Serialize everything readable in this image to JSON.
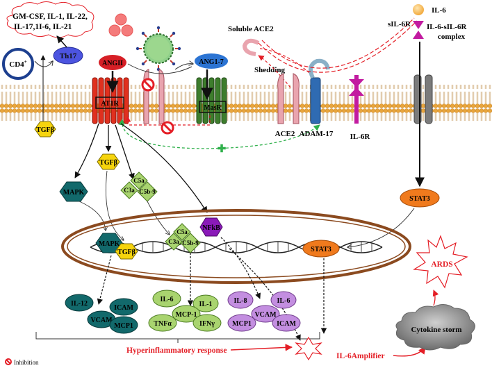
{
  "cytokines_cloud": [
    "GM-CSF, IL-1, IL-22,",
    "IL-17,1I-6, IL-21"
  ],
  "cells": {
    "cd4": "CD4",
    "cd4_sup": "+",
    "th17": "Th17"
  },
  "tgfb": "TGFβ",
  "angii": "ANGII",
  "ang17": "ANG1-7",
  "at1r": "AT1R",
  "masr": "MasR",
  "soluble_ace2": "Soluble ACE2",
  "shedding": "Shedding",
  "ace2": "ACE2",
  "adam17": "ADAM-17",
  "il6r": "IL-6R",
  "il6": "IL-6",
  "sil6r": "sIL-6R",
  "il6_complex": [
    "IL-6-sIL-6R",
    "complex"
  ],
  "stat3": "STAT3",
  "mapk": "MAPK",
  "complement": {
    "c5a": "C5a",
    "c3a": "C3a",
    "c5b9": "C5b-9"
  },
  "nfkb": "NFkB",
  "teal_group": [
    "IL-12",
    "ICAM",
    "VCAM",
    "MCP1"
  ],
  "green_group": [
    "IL-6",
    "IL-1",
    "MCP-1",
    "TNFα",
    "IFNγ"
  ],
  "purple_group": [
    "IL-8",
    "IL-6",
    "VCAM",
    "MCP1",
    "ICAM"
  ],
  "ards": "ARDS",
  "cytokine_storm": "Cytokine storm",
  "hyperinflammatory": "Hyperinflammatory response",
  "amplifier": "IL-6Amplifier",
  "legend_inhibition": "Inhibition",
  "colors": {
    "red": "#e41e26",
    "teal": "#12696b",
    "green_node": "#a9d46f",
    "purple": "#c38ee0",
    "yellow": "#f6d40d",
    "stat3": "#f07a1d",
    "nfkb": "#8a1ab8",
    "membrane_head": "#e8a53c",
    "nucleus": "#8b4a1f",
    "green_dash": "#2fb04b"
  }
}
